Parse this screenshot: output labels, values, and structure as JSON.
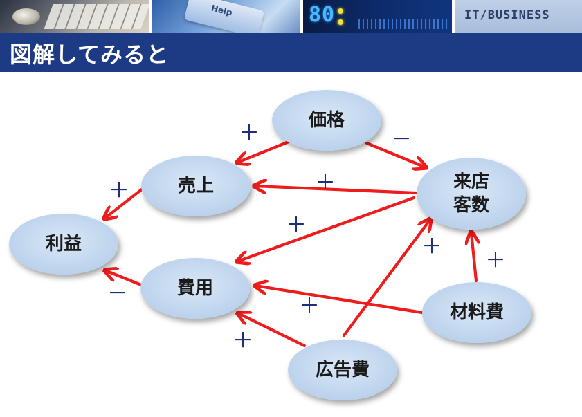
{
  "banner": {
    "help_key": "Help",
    "segment_display": "80",
    "brand": "IT/BUSINESS"
  },
  "header": {
    "title": "図解してみると"
  },
  "diagram": {
    "nodes": [
      {
        "id": "price",
        "label": [
          "価格"
        ]
      },
      {
        "id": "sales",
        "label": [
          "売上"
        ]
      },
      {
        "id": "visitors",
        "label": [
          "来店",
          "客数"
        ]
      },
      {
        "id": "profit",
        "label": [
          "利益"
        ]
      },
      {
        "id": "cost",
        "label": [
          "費用"
        ]
      },
      {
        "id": "material",
        "label": [
          "材料費"
        ]
      },
      {
        "id": "ad",
        "label": [
          "広告費"
        ]
      }
    ],
    "edges": [
      {
        "from": "price",
        "to": "sales",
        "sign": "＋"
      },
      {
        "from": "price",
        "to": "visitors",
        "sign": "－"
      },
      {
        "from": "visitors",
        "to": "sales",
        "sign": "＋"
      },
      {
        "from": "sales",
        "to": "profit",
        "sign": "＋"
      },
      {
        "from": "visitors",
        "to": "cost",
        "sign": "＋"
      },
      {
        "from": "cost",
        "to": "profit",
        "sign": "－"
      },
      {
        "from": "ad",
        "to": "visitors",
        "sign": "＋"
      },
      {
        "from": "material",
        "to": "visitors",
        "sign": "＋"
      },
      {
        "from": "material",
        "to": "cost",
        "sign": "＋"
      },
      {
        "from": "ad",
        "to": "cost",
        "sign": "＋"
      }
    ]
  },
  "colors": {
    "title_bar": "#1d3b84",
    "node_fill": "#c5d9ef",
    "arrow": "#ee1c1c",
    "sign": "#1d2f7a"
  }
}
